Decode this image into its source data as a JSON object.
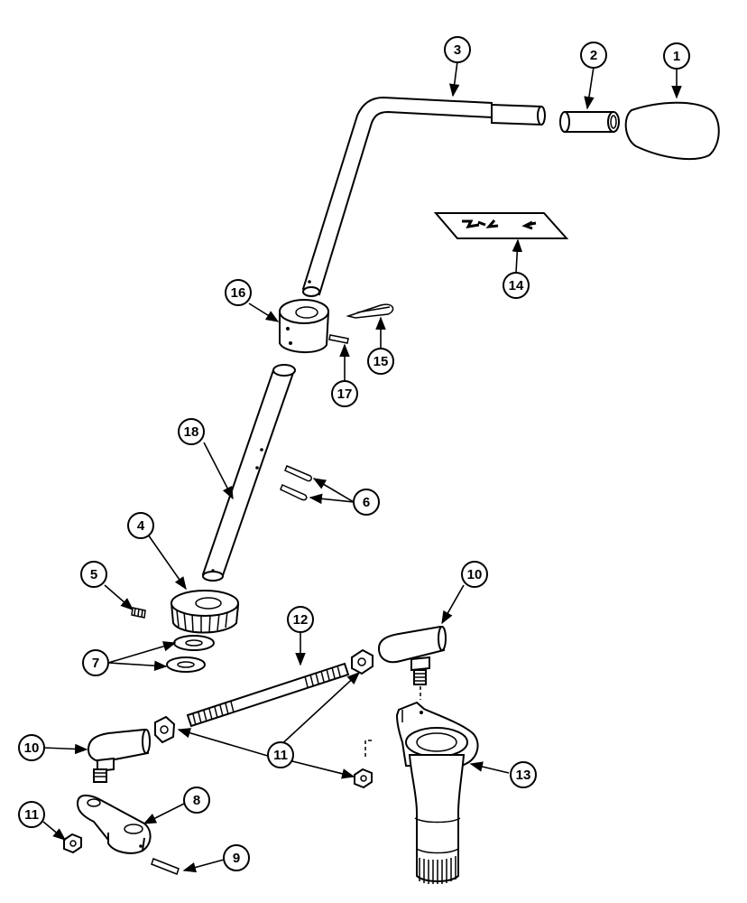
{
  "diagram": {
    "type": "exploded-parts-view",
    "callouts": [
      {
        "id": "c1",
        "label": "1"
      },
      {
        "id": "c2",
        "label": "2"
      },
      {
        "id": "c3",
        "label": "3"
      },
      {
        "id": "c4",
        "label": "4"
      },
      {
        "id": "c5",
        "label": "5"
      },
      {
        "id": "c6",
        "label": "6"
      },
      {
        "id": "c7",
        "label": "7"
      },
      {
        "id": "c8",
        "label": "8"
      },
      {
        "id": "c9",
        "label": "9"
      },
      {
        "id": "c10a",
        "label": "10"
      },
      {
        "id": "c10b",
        "label": "10"
      },
      {
        "id": "c11a",
        "label": "11"
      },
      {
        "id": "c11b",
        "label": "11"
      },
      {
        "id": "c12",
        "label": "12"
      },
      {
        "id": "c13",
        "label": "13"
      },
      {
        "id": "c14",
        "label": "14"
      },
      {
        "id": "c15",
        "label": "15"
      },
      {
        "id": "c16",
        "label": "16"
      },
      {
        "id": "c17",
        "label": "17"
      },
      {
        "id": "c18",
        "label": "18"
      }
    ]
  }
}
